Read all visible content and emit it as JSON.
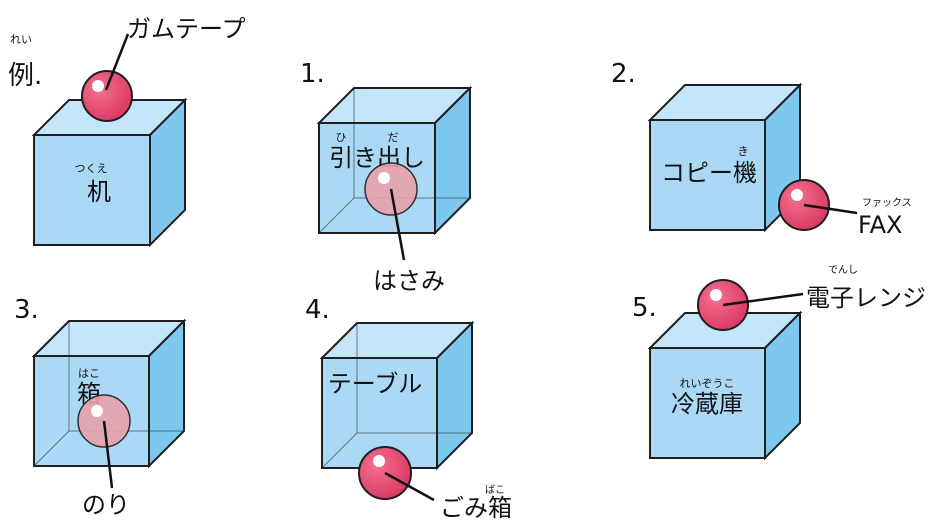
{
  "colors": {
    "cube_fill": "#aad8f5",
    "cube_side": "#7ec7ef",
    "cube_stroke": "#1f1f1f",
    "ball_fill": "#e8426b",
    "ball_inside_fill": "#e8a2ac",
    "line": "#111111"
  },
  "example": {
    "number": "例.",
    "number_ruby": "れい",
    "box_label": "机",
    "box_ruby": "つくえ",
    "object_label": "ガムテープ",
    "position": "on-top"
  },
  "panels": [
    {
      "number": "1.",
      "box_label": "引き出し",
      "box_ruby_1": "ひ",
      "box_ruby_2": "だ",
      "object_label": "はさみ",
      "object_ruby": "",
      "position": "inside"
    },
    {
      "number": "2.",
      "box_label": "コピー機",
      "box_ruby": "き",
      "object_label": "FAX",
      "object_ruby": "ファックス",
      "position": "beside"
    },
    {
      "number": "3.",
      "box_label": "箱",
      "box_ruby": "はこ",
      "object_label": "のり",
      "object_ruby": "",
      "position": "inside"
    },
    {
      "number": "4.",
      "box_label": "テーブル",
      "box_ruby": "",
      "object_label": "ごみ箱",
      "object_ruby": "ばこ",
      "position": "below"
    },
    {
      "number": "5.",
      "box_label": "冷蔵庫",
      "box_ruby": "れいぞうこ",
      "object_label": "電子レンジ",
      "object_ruby": "でんし",
      "position": "on-top"
    }
  ]
}
